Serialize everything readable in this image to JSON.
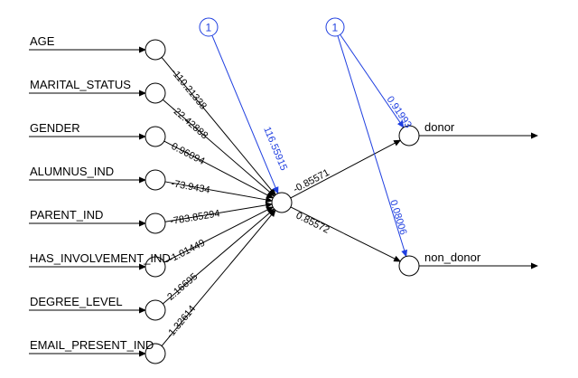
{
  "inputs": [
    {
      "label": "AGE",
      "weight": "-110.21338"
    },
    {
      "label": "MARITAL_STATUS",
      "weight": "-22.42888"
    },
    {
      "label": "GENDER",
      "weight": "0.96094"
    },
    {
      "label": "ALUMNUS_IND",
      "weight": "-73.9434"
    },
    {
      "label": "PARENT_IND",
      "weight": "-783.85294"
    },
    {
      "label": "HAS_INVOLVEMENT_IND",
      "weight": "-1.01449"
    },
    {
      "label": "DEGREE_LEVEL",
      "weight": "2.16695"
    },
    {
      "label": "EMAIL_PRESENT_IND",
      "weight": "-1.32614"
    }
  ],
  "hidden_bias": {
    "label": "1",
    "weight": "116.55915"
  },
  "output_bias": {
    "label": "1",
    "weights": [
      "0.91993",
      "0.08006"
    ]
  },
  "outputs": [
    {
      "label": "donor",
      "weight": "-0.85571"
    },
    {
      "label": "non_donor",
      "weight": "0.85572"
    }
  ],
  "colors": {
    "edges": "#000000",
    "bias": "#1f3fe0",
    "node_fill": "#ffffff"
  }
}
